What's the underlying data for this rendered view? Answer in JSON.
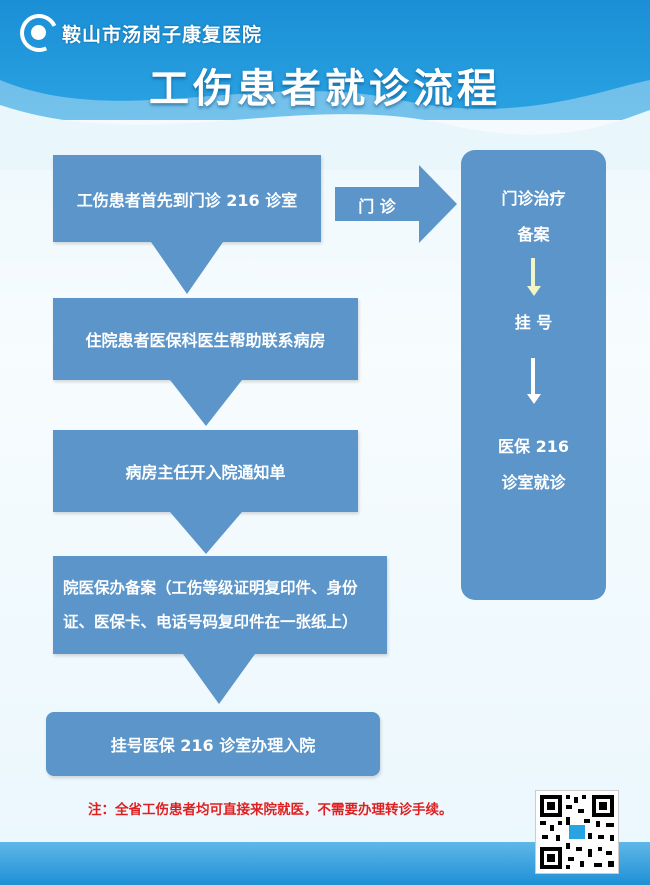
{
  "header": {
    "hospital_name": "鞍山市汤岗子康复医院",
    "title": "工伤患者就诊流程"
  },
  "flow": {
    "step1": "工伤患者首先到门诊 216 诊室",
    "step2": "住院患者医保科医生帮助联系病房",
    "step3": "病房主任开入院通知单",
    "step4_line1": "院医保办备案（工伤等级证明复印件、身份",
    "step4_line2": "证、医保卡、电话号码复印件在一张纸上）",
    "step5": "挂号医保 216 诊室办理入院"
  },
  "branch": {
    "arrow_label": "门 诊",
    "item1_line1": "门诊治疗",
    "item1_line2": "备案",
    "item2": "挂 号",
    "item3_line1": "医保 216",
    "item3_line2": "诊室就诊"
  },
  "note": "注：全省工伤患者均可直接来院就医，不需要办理转诊手续。",
  "colors": {
    "box": "#5b95c9",
    "header_blue": "#1b8fd6",
    "note_red": "#e02020"
  },
  "icons": {
    "logo": "hospital-logo-icon",
    "qr": "qr-code-icon"
  }
}
